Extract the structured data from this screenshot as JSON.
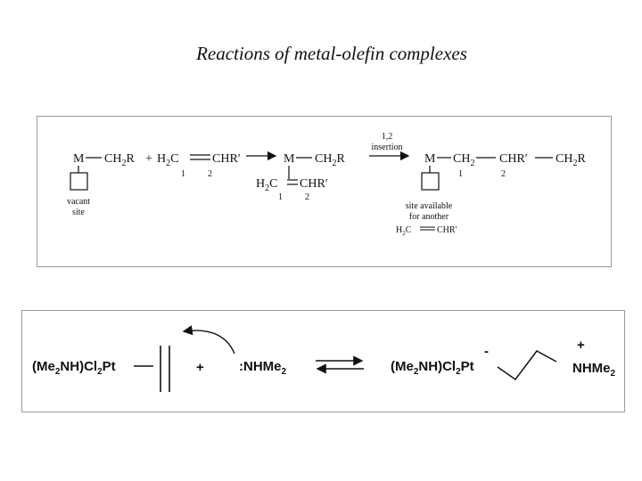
{
  "title": "Reactions of metal-olefin complexes",
  "scheme1": {
    "r_metal": "M",
    "r_alkyl": "CH",
    "r_alkyl_sub": "2",
    "r_alkyl_r": "R",
    "plus": "+",
    "olefin_left": "H",
    "olefin_left_sub": "2",
    "olefin_left_c": "C",
    "olefin_right": "CHR′",
    "carbon_1": "1",
    "carbon_2": "2",
    "vacant_line1": "vacant",
    "vacant_line2": "site",
    "i_metal": "M",
    "i_alkyl": "CH",
    "i_alkyl_sub": "2",
    "i_alkyl_r": "R",
    "i_olefin_left": "H",
    "i_olefin_left_sub": "2",
    "i_olefin_left_c": "C",
    "i_olefin_right": "CHR′",
    "step_label_line1": "1,2",
    "step_label_line2": "insertion",
    "p_metal": "M",
    "p_ch2": "CH",
    "p_ch2_sub": "2",
    "p_chr": "CHR′",
    "p_end": "CH",
    "p_end_sub": "2",
    "p_end_r": "R",
    "site_line1": "site available",
    "site_line2": "for another",
    "site_olefin_left": "H",
    "site_olefin_left_sub": "2",
    "site_olefin_left_c": "C",
    "site_olefin_right": "CHR′"
  },
  "scheme2": {
    "pt_reactant": "(Me",
    "pt_sub_a": "2",
    "pt_mid": "NH)Cl",
    "pt_sub_b": "2",
    "pt_end": "Pt",
    "plus": "+",
    "amine": ":NHMe",
    "amine_sub": "2",
    "prod_pt": "(Me",
    "prod_sub_a": "2",
    "prod_mid": "NH)Cl",
    "prod_sub_b": "2",
    "prod_end": "Pt",
    "minus_charge": "-",
    "plus_charge": "+",
    "prod_amine": "NHMe",
    "prod_amine_sub": "2"
  }
}
